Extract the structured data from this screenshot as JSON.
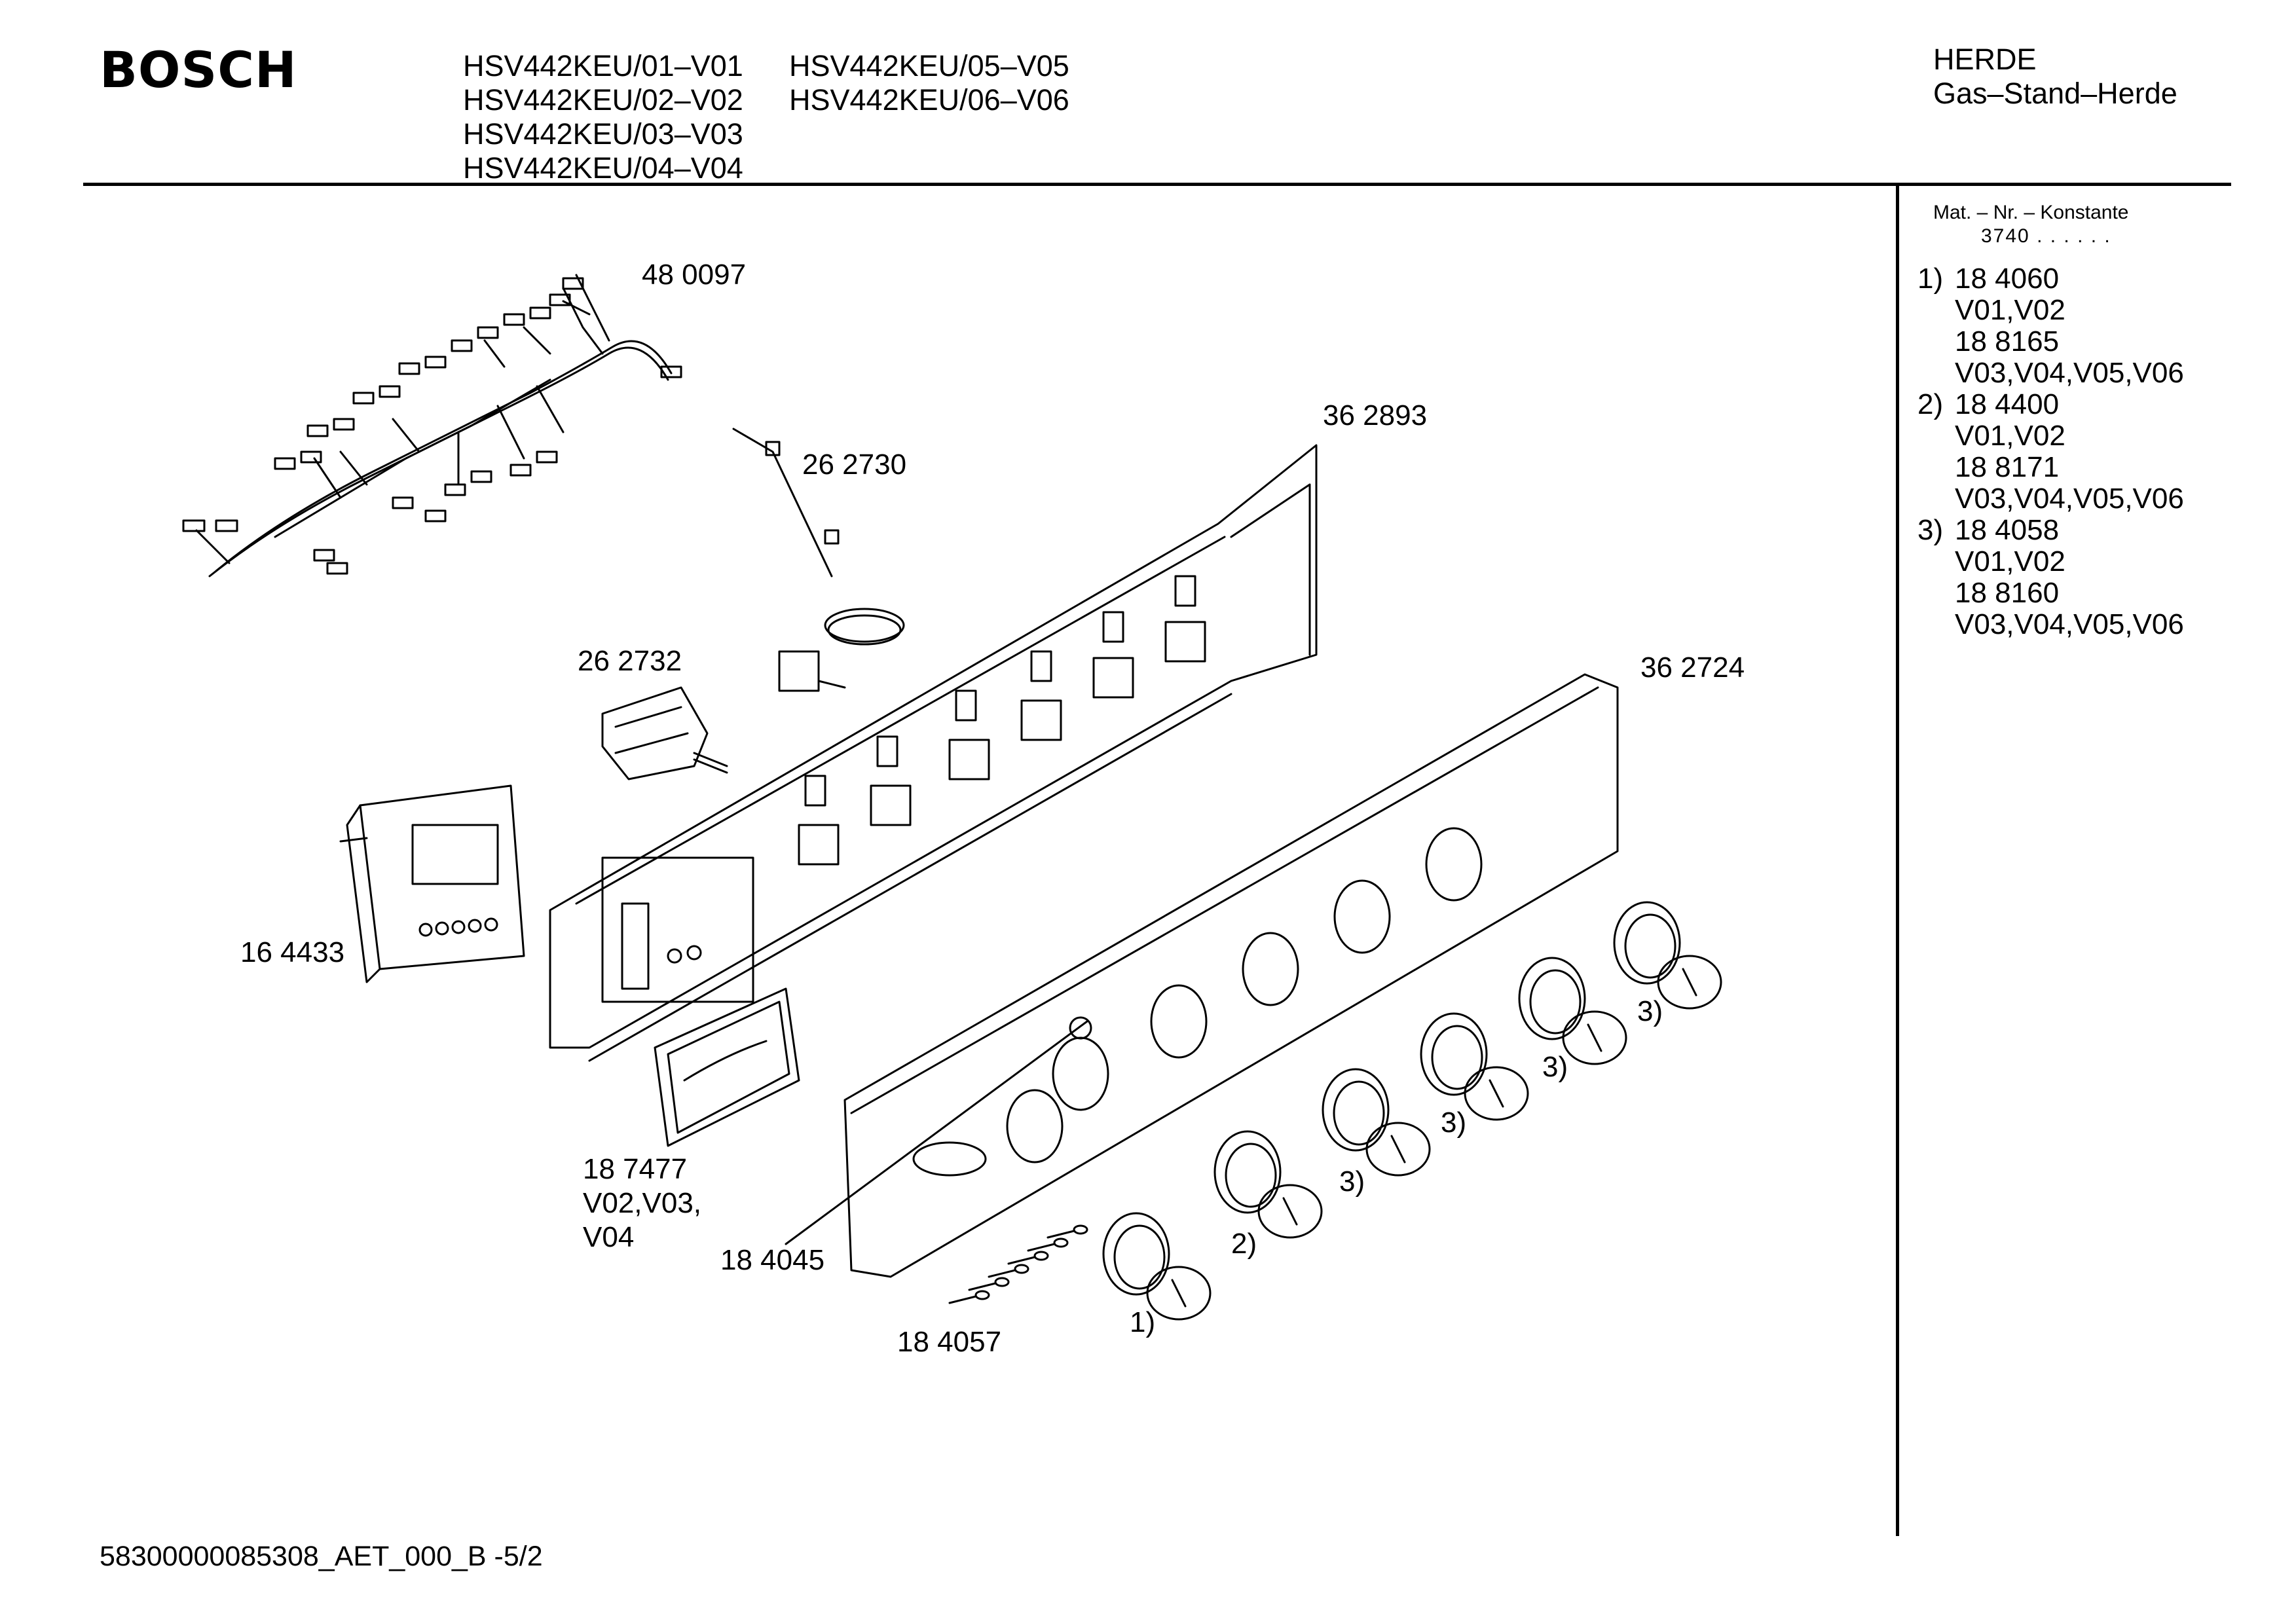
{
  "header": {
    "brand": "BOSCH",
    "models_col1": [
      "HSV442KEU/01–V01",
      "HSV442KEU/02–V02",
      "HSV442KEU/03–V03",
      "HSV442KEU/04–V04"
    ],
    "models_col2": [
      "HSV442KEU/05–V05",
      "HSV442KEU/06–V06"
    ],
    "category": "HERDE",
    "subcategory": "Gas–Stand–Herde"
  },
  "sidebar": {
    "konstante_label": "Mat. – Nr. – Konstante",
    "konstante_value": "3740  .  .     .  .  .  .",
    "notes": [
      {
        "marker": "1)",
        "lines": [
          "18 4060",
          "V01,V02",
          "18 8165",
          "V03,V04,V05,V06"
        ]
      },
      {
        "marker": "2)",
        "lines": [
          "18 4400",
          "V01,V02",
          "18 8171",
          "V03,V04,V05,V06"
        ]
      },
      {
        "marker": "3)",
        "lines": [
          "18 4058",
          "V01,V02",
          "18 8160",
          "V03,V04,V05,V06"
        ]
      }
    ]
  },
  "callouts": {
    "c480097": "48 0097",
    "c262730": "26 2730",
    "c362893": "36 2893",
    "c262732": "26 2732",
    "c362724": "36 2724",
    "c164433": "16 4433",
    "c187477": [
      "18 7477",
      "V02,V03,",
      "V04"
    ],
    "c184045": "18 4045",
    "c184057": "18 4057"
  },
  "knob_markers": [
    "1)",
    "2)",
    "3)",
    "3)",
    "3)",
    "3)"
  ],
  "footer": "58300000085308_AET_000_B -5/2"
}
